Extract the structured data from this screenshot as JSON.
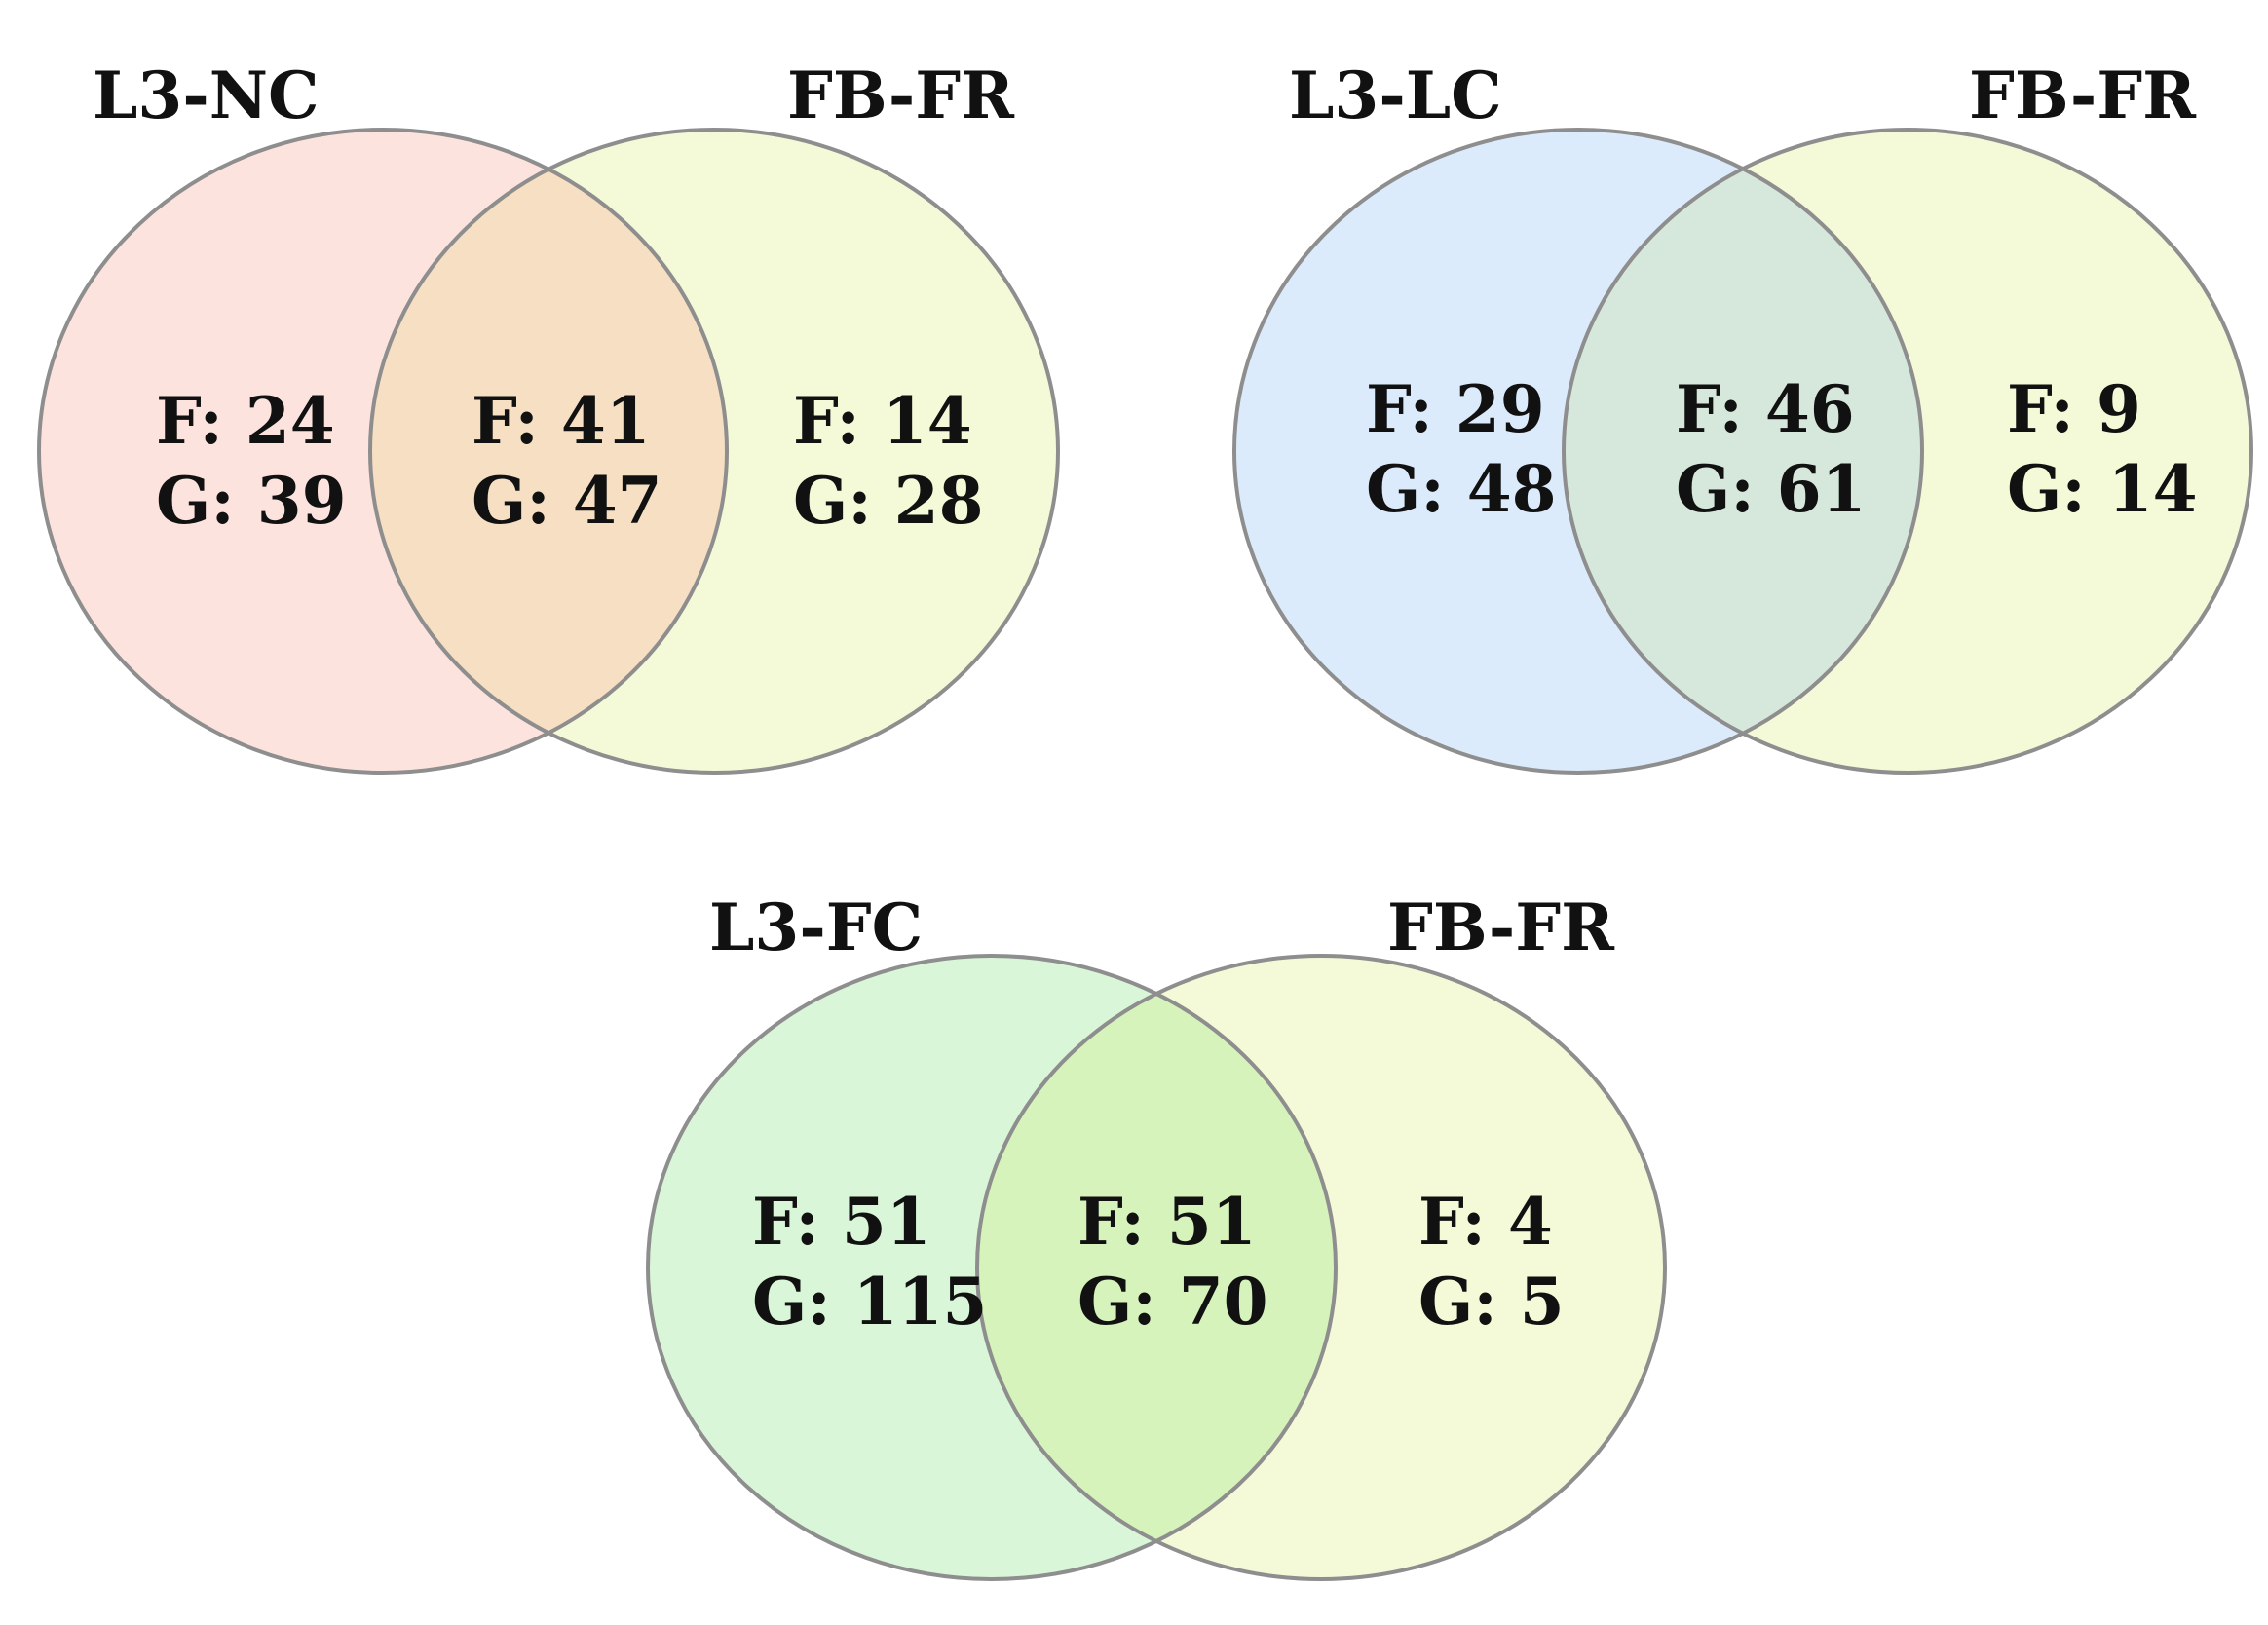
{
  "diagrams": [
    {
      "left_set": {
        "title": "L3-NC",
        "fill": "#fde3de"
      },
      "right_set": {
        "title": "FB-FR",
        "fill": "#f4f9d8"
      },
      "overlap_fill": "#f6dfc2",
      "regions": {
        "left_only": {
          "f": "F: 24",
          "g": "G: 39"
        },
        "overlap": {
          "f": "F: 41",
          "g": "G: 47"
        },
        "right_only": {
          "f": "F: 14",
          "g": "G: 28"
        }
      }
    },
    {
      "left_set": {
        "title": "L3-LC",
        "fill": "#dcebfb"
      },
      "right_set": {
        "title": "FB-FR",
        "fill": "#f4f9d8"
      },
      "overlap_fill": "#d6e8dc",
      "regions": {
        "left_only": {
          "f": "F: 29",
          "g": "G: 48"
        },
        "overlap": {
          "f": "F: 46",
          "g": "G: 61"
        },
        "right_only": {
          "f": "F: 9",
          "g": "G: 14"
        }
      }
    },
    {
      "left_set": {
        "title": "L3-FC",
        "fill": "#daf6d8"
      },
      "right_set": {
        "title": "FB-FR",
        "fill": "#f4f9d8"
      },
      "overlap_fill": "#d6f3bc",
      "regions": {
        "left_only": {
          "f": "F: 51",
          "g": "G: 115"
        },
        "overlap": {
          "f": "F: 51",
          "g": "G: 70"
        },
        "right_only": {
          "f": "F: 4",
          "g": "G: 5"
        }
      }
    }
  ]
}
